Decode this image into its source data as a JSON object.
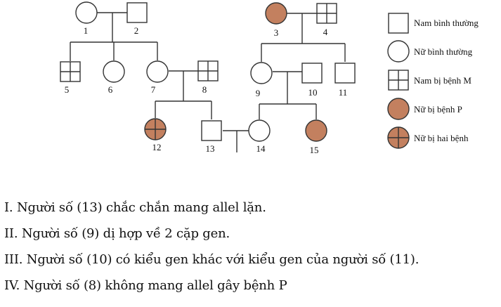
{
  "colors": {
    "affected_P": "#c3805f",
    "line": "#333333"
  },
  "members": [
    {
      "id": "1",
      "sex": "female",
      "status": "normal"
    },
    {
      "id": "2",
      "sex": "male",
      "status": "normal"
    },
    {
      "id": "3",
      "sex": "female",
      "status": "P"
    },
    {
      "id": "4",
      "sex": "male",
      "status": "M"
    },
    {
      "id": "5",
      "sex": "male",
      "status": "M"
    },
    {
      "id": "6",
      "sex": "female",
      "status": "normal"
    },
    {
      "id": "7",
      "sex": "female",
      "status": "normal"
    },
    {
      "id": "8",
      "sex": "male",
      "status": "M"
    },
    {
      "id": "9",
      "sex": "female",
      "status": "normal"
    },
    {
      "id": "10",
      "sex": "male",
      "status": "normal"
    },
    {
      "id": "11",
      "sex": "male",
      "status": "normal"
    },
    {
      "id": "12",
      "sex": "female",
      "status": "both"
    },
    {
      "id": "13",
      "sex": "male",
      "status": "normal"
    },
    {
      "id": "14",
      "sex": "female",
      "status": "normal"
    },
    {
      "id": "15",
      "sex": "female",
      "status": "P"
    }
  ],
  "legend": [
    {
      "symbol": "male-normal",
      "label": "Nam bình thường"
    },
    {
      "symbol": "female-normal",
      "label": "Nữ bình thường"
    },
    {
      "symbol": "male-M",
      "label": "Nam bị bệnh M"
    },
    {
      "symbol": "female-P",
      "label": "Nữ bị bệnh P"
    },
    {
      "symbol": "female-both",
      "label": "Nữ bị hai bệnh"
    }
  ],
  "statements": [
    "I. Người số (13) chắc chắn mang allel lặn.",
    "II. Người số (9) dị hợp về 2 cặp gen.",
    "III. Người số (10) có kiểu gen khác với kiểu gen của người số (11).",
    "IV. Người số (8) không mang allel gây bệnh P"
  ]
}
